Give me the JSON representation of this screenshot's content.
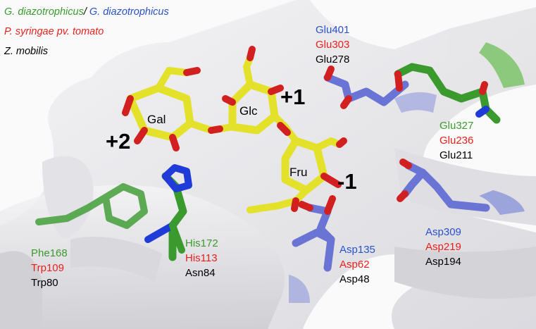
{
  "legend": {
    "line1_green": "G. diazotrophicus",
    "line1_sep": "/",
    "line1_blue": "G. diazotrophicus",
    "line2": "P. syringae pv. tomato",
    "line3": "Z. mobilis"
  },
  "subsites": {
    "plus1": "+1",
    "plus2": "+2",
    "minus1": "-1"
  },
  "sugars": {
    "gal": "Gal",
    "glc": "Glc",
    "fru": "Fru"
  },
  "residues": {
    "glu": {
      "top": "Glu401",
      "mid": "Glu303",
      "bottom": "Glu278"
    },
    "glu2": {
      "top": "Glu327",
      "mid": "Glu236",
      "bottom": "Glu211"
    },
    "asp1": {
      "top": "Asp309",
      "mid": "Asp219",
      "bottom": "Asp194"
    },
    "asp2": {
      "top": "Asp135",
      "mid": "Asp62",
      "bottom": "Asp48"
    },
    "his": {
      "top": "His172",
      "mid": "His113",
      "bottom": "Asn84"
    },
    "phe": {
      "top": "Phe168",
      "mid": "Trp109",
      "bottom": "Trp80"
    }
  },
  "colors": {
    "green": "#3a9a2e",
    "blue": "#2a52c9",
    "red": "#e8201c",
    "black": "#000000",
    "ligand": "#e3e12a",
    "oxygen": "#d22020",
    "nitrogen": "#1f3bd8",
    "cartoon": "#e9e9ec"
  }
}
